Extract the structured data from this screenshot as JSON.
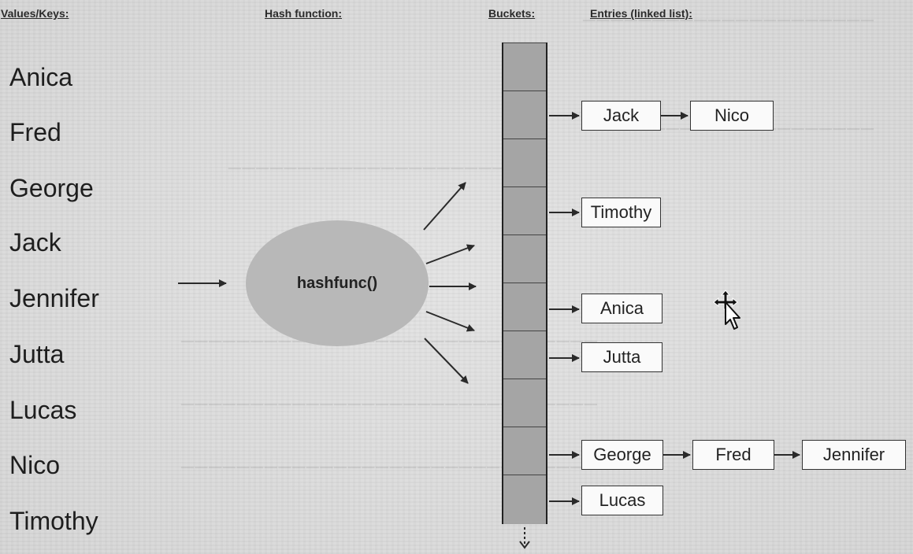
{
  "headers": {
    "keys": "Values/Keys:",
    "hash": "Hash function:",
    "buckets": "Buckets:",
    "entries": "Entries (linked list):"
  },
  "keys": [
    "Anica",
    "Fred",
    "George",
    "Jack",
    "Jennifer",
    "Jutta",
    "Lucas",
    "Nico",
    "Timothy"
  ],
  "hash_function": {
    "label": "hashfunc()"
  },
  "buckets": {
    "count": 10
  },
  "entries": {
    "jack_row": [
      "Jack",
      "Nico"
    ],
    "timothy_row": [
      "Timothy"
    ],
    "anica_row": [
      "Anica"
    ],
    "jutta_row": [
      "Jutta"
    ],
    "george_row": [
      "George",
      "Fred",
      "Jennifer"
    ],
    "lucas_row": [
      "Lucas"
    ]
  },
  "icons": {
    "cursor": "move-cursor-icon"
  },
  "colors": {
    "background": "#dcdcdc",
    "oval": "#b8b8b8",
    "bucket_fill": "#a5a5a5",
    "entry_fill": "#fafafa"
  }
}
